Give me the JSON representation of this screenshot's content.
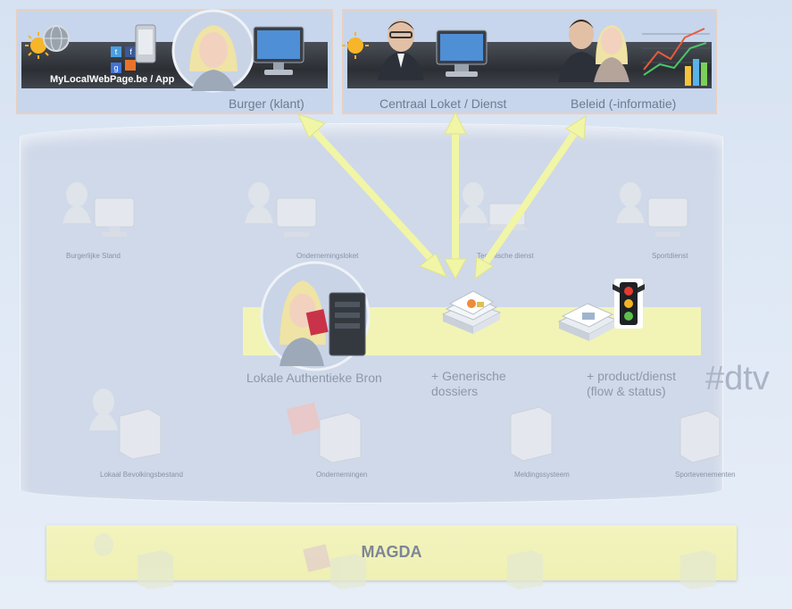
{
  "top_panels": {
    "citizen": {
      "label": "Burger (klant)",
      "site": "MyLocalWebPage.be / App",
      "social": [
        "t",
        "f",
        "g"
      ]
    },
    "desk": {
      "label_left": "Centraal Loket / Dienst",
      "label_right": "Beleid (-informatie)"
    }
  },
  "services_top": [
    "Burgerlijke Stand",
    "Ondernemingsloket",
    "Technische dienst",
    "Sportdienst"
  ],
  "local_source": {
    "label": "Lokale Authentieke Bron",
    "generic": "+ Generische\ndossiers",
    "product": "+ product/dienst\n(flow & status)"
  },
  "services_bottom": [
    "Lokaal Bevolkingsbestand",
    "Ondernemingen",
    "Meldingssysteem",
    "Sportevenementen"
  ],
  "hashtag": "#dtv",
  "magda": {
    "label": "MAGDA"
  },
  "colors": {
    "arrow": "#f1f5a6",
    "bar": "#f2f4b6",
    "panel": "#c7d6ec"
  }
}
